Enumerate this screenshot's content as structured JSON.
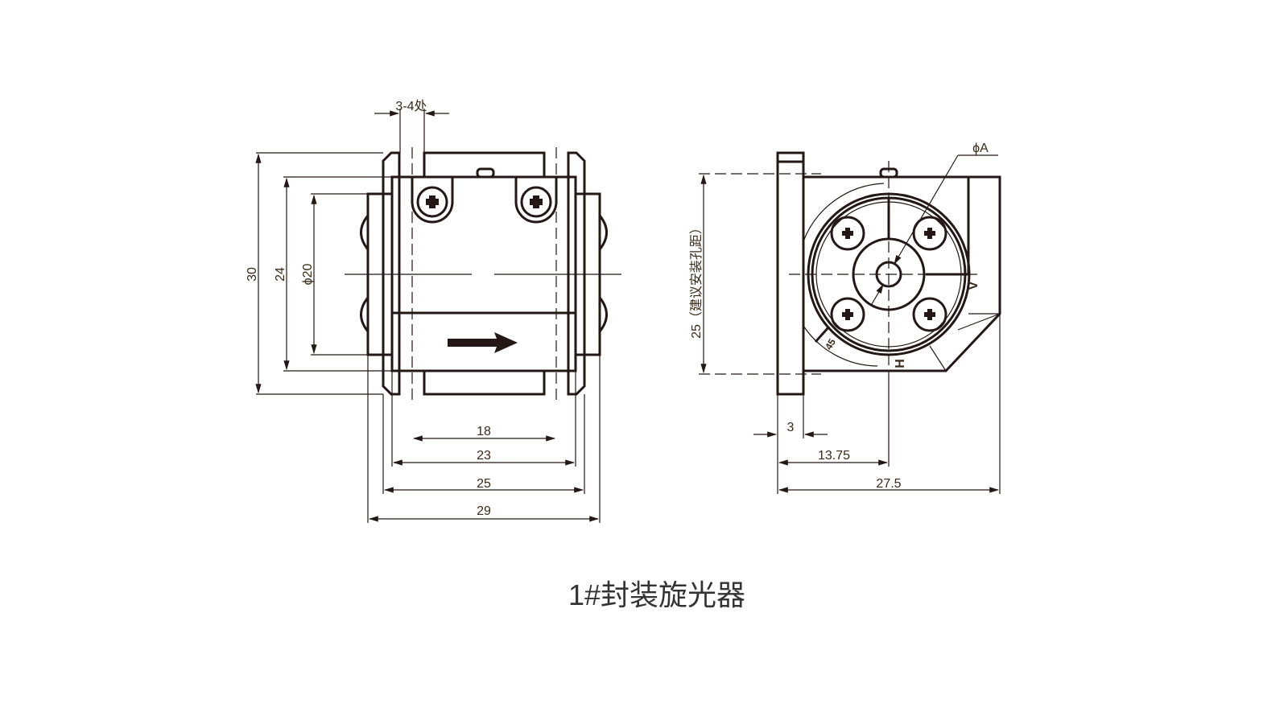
{
  "title": "1#封装旋光器",
  "front_view": {
    "note_top": "3-4处",
    "dim_30": "30",
    "dim_24": "24",
    "dim_phi20": "ϕ20",
    "dim_18": "18",
    "dim_23": "23",
    "dim_25": "25",
    "dim_29": "29"
  },
  "side_view": {
    "dim_25_note": "25（建议安装孔距）",
    "dim_phiA": "ϕA",
    "dim_3": "3",
    "dim_13_75": "13.75",
    "dim_27_5": "27.5",
    "mark_v": "V",
    "mark_h": "H",
    "mark_45": "45"
  },
  "colors": {
    "line": "#231815",
    "text": "#3a2a18"
  }
}
